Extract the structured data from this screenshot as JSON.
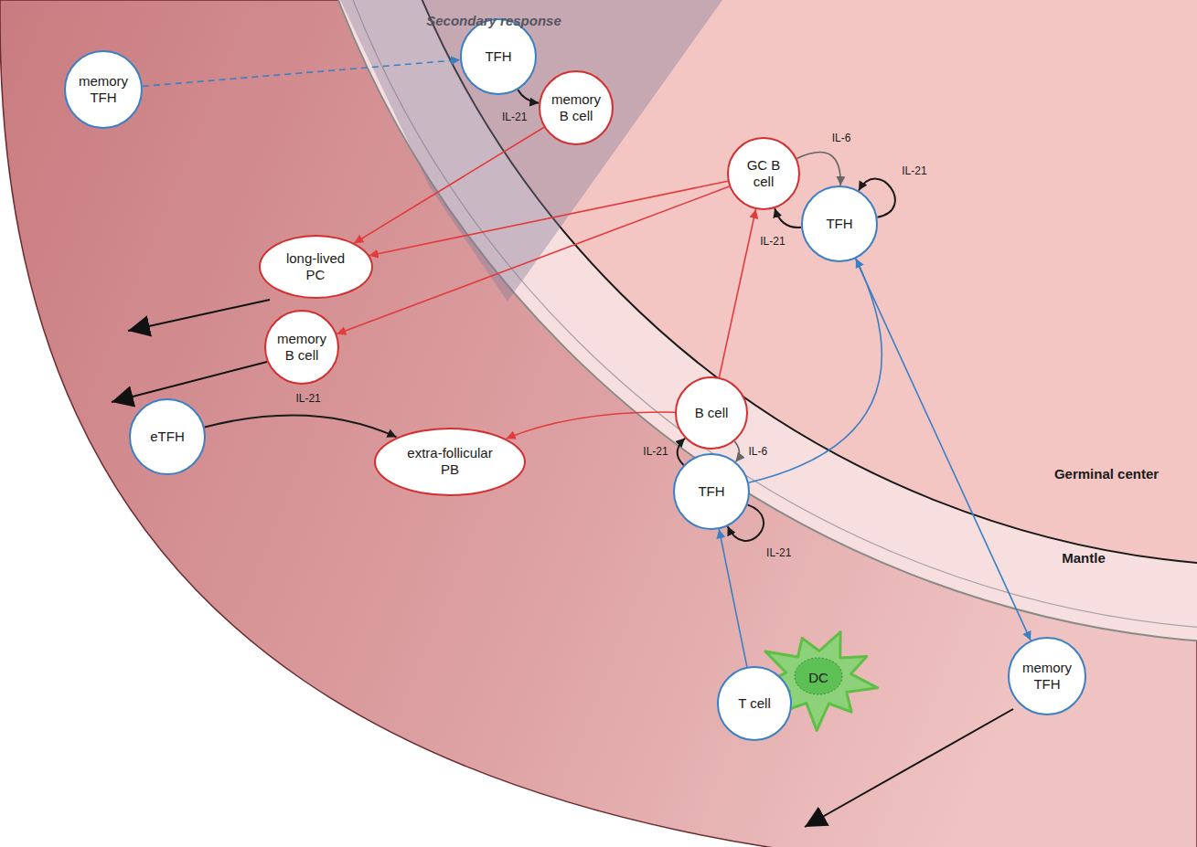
{
  "diagram": {
    "nodes": [
      {
        "text": [
          "memory TFH"
        ]
      },
      {
        "text": [
          "TFH"
        ]
      },
      {
        "text": [
          "memory B cell"
        ]
      },
      {
        "text": [
          "GC B cell"
        ]
      },
      {
        "text": [
          "TFH"
        ]
      },
      {
        "text": [
          "long-lived PC"
        ]
      },
      {
        "text": [
          "memory B cell"
        ]
      },
      {
        "text": [
          "B cell"
        ]
      },
      {
        "text": [
          "eTFH"
        ]
      },
      {
        "text": [
          "extra-follicular PB"
        ]
      },
      {
        "text": [
          "TFH"
        ]
      },
      {
        "text": [
          "T cell"
        ]
      },
      {
        "text": [
          "DC"
        ]
      },
      {
        "text": [
          "memory TFH"
        ]
      }
    ],
    "edges": [
      {
        "from": 0,
        "to": 1,
        "arrow": "to"
      },
      {
        "from": 1,
        "to": 2,
        "label": "IL-21",
        "arrow": "to"
      },
      {
        "from": 3,
        "to": 4,
        "label": "IL-6",
        "arrow": "to"
      },
      {
        "from": 4,
        "to": 3,
        "label": "IL-21",
        "arrow": "to"
      },
      {
        "from": 8,
        "to": 9,
        "label": "IL-21",
        "arrow": "to"
      },
      {
        "from": 10,
        "to": 7,
        "label": "IL-21",
        "arrow": "to"
      },
      {
        "from": 7,
        "to": 10,
        "label": "IL-6",
        "arrow": "to"
      },
      {
        "from": 2,
        "to": 5,
        "arrow": "to"
      },
      {
        "from": 3,
        "to": 5,
        "arrow": "to"
      },
      {
        "from": 3,
        "to": 6,
        "arrow": "to"
      },
      {
        "from": 7,
        "to": 3,
        "arrow": "to"
      },
      {
        "from": 7,
        "to": 9,
        "arrow": "to"
      },
      {
        "from": 11,
        "to": 10,
        "arrow": "to"
      },
      {
        "from": 10,
        "to": 4,
        "arrow": "to"
      },
      {
        "from": 4,
        "to": 13,
        "arrow": "to"
      }
    ],
    "labels": [
      "Secondary response",
      "IL-21",
      "IL-21",
      "Germinal center",
      "Mantle"
    ]
  }
}
